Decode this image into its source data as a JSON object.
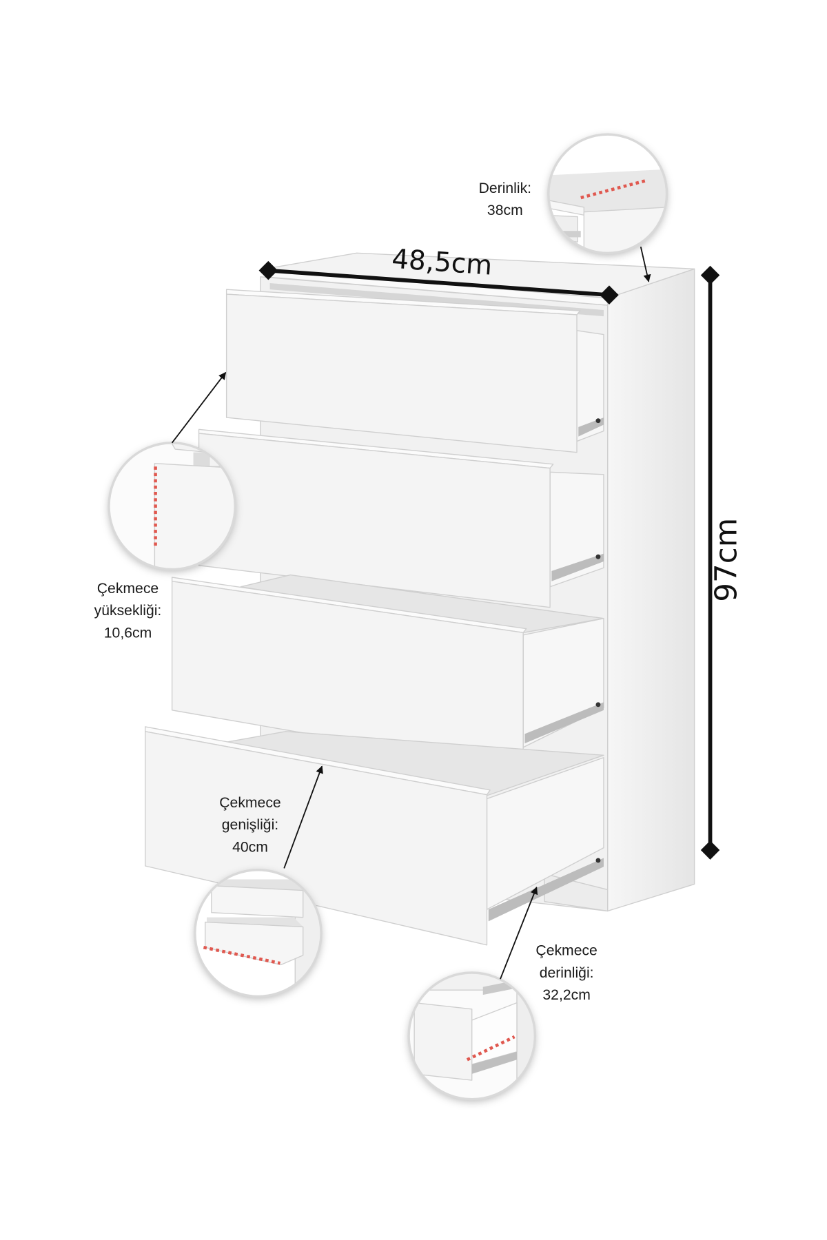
{
  "dimensions": {
    "overall_width": "48,5cm",
    "overall_height": "97cm"
  },
  "annotations": {
    "depth": {
      "line1": "Derinlik:",
      "line2": "38cm"
    },
    "drawer_height": {
      "line1": "Çekmece",
      "line2": "yüksekliği:",
      "line3": "10,6cm"
    },
    "drawer_width": {
      "line1": "Çekmece",
      "line2": "genişliği:",
      "line3": "40cm"
    },
    "drawer_depth": {
      "line1": "Çekmece",
      "line2": "derinliği:",
      "line3": "32,2cm"
    }
  },
  "colors": {
    "background": "#ffffff",
    "furniture": "#f3f3f3",
    "dimension_line": "#111111",
    "highlight_dash": "#e0584f"
  }
}
